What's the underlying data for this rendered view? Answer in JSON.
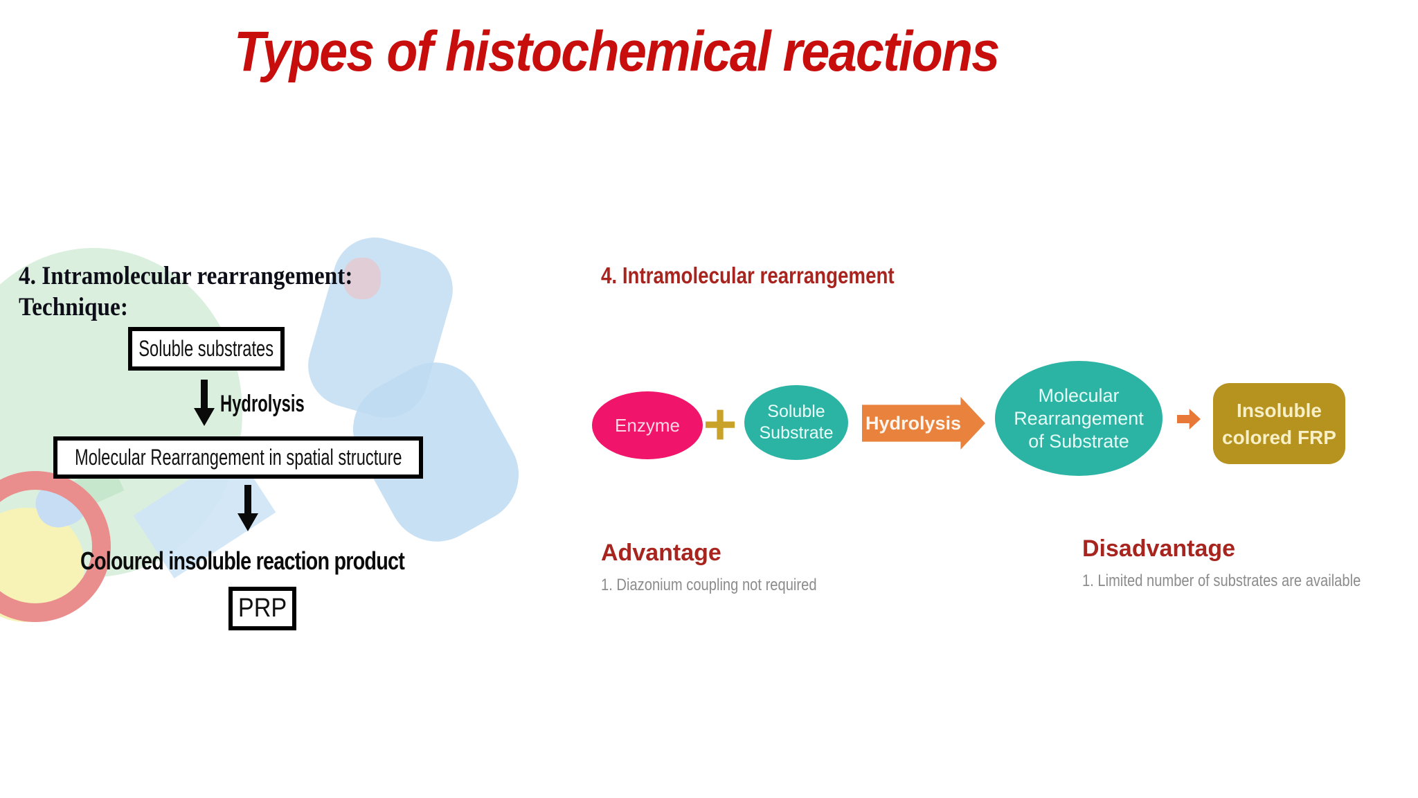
{
  "slide_title": "Types of histochemical reactions",
  "left_panel": {
    "heading_line1": "4. Intramolecular rearrangement:",
    "heading_line2": "Technique:",
    "flowchart": {
      "step1": "Soluble substrates",
      "arrow1_label": "Hydrolysis",
      "step2": "Molecular Rearrangement in spatial structure",
      "step3": "Coloured insoluble reaction product",
      "step4": "PRP"
    }
  },
  "right_panel": {
    "heading": "4. Intramolecular rearrangement",
    "flow": {
      "enzyme_label": "Enzyme",
      "plus_sign": "+",
      "substrate_line1": "Soluble",
      "substrate_line2": "Substrate",
      "arrow_label": "Hydrolysis",
      "rearrangement_line1": "Molecular",
      "rearrangement_line2": "Rearrangement",
      "rearrangement_line3": "of Substrate",
      "product_line1": "Insoluble",
      "product_line2": "colored FRP"
    },
    "advantage": {
      "heading": "Advantage",
      "item1": "1. Diazonium coupling not required"
    },
    "disadvantage": {
      "heading": "Disadvantage",
      "item1": "1. Limited number of substrates are available"
    }
  },
  "colors": {
    "title_red": "#C80D0D",
    "subheading_red": "#A8241E",
    "enzyme_pink": "#F0146B",
    "substrate_teal": "#2BB3A4",
    "arrow_orange": "#E8823C",
    "product_gold": "#B6921F",
    "product_text_cream": "#F7F0C6",
    "plus_gold": "#C9A22A",
    "note_gray": "#8C8C8C",
    "flowchart_border_black": "#000000"
  }
}
